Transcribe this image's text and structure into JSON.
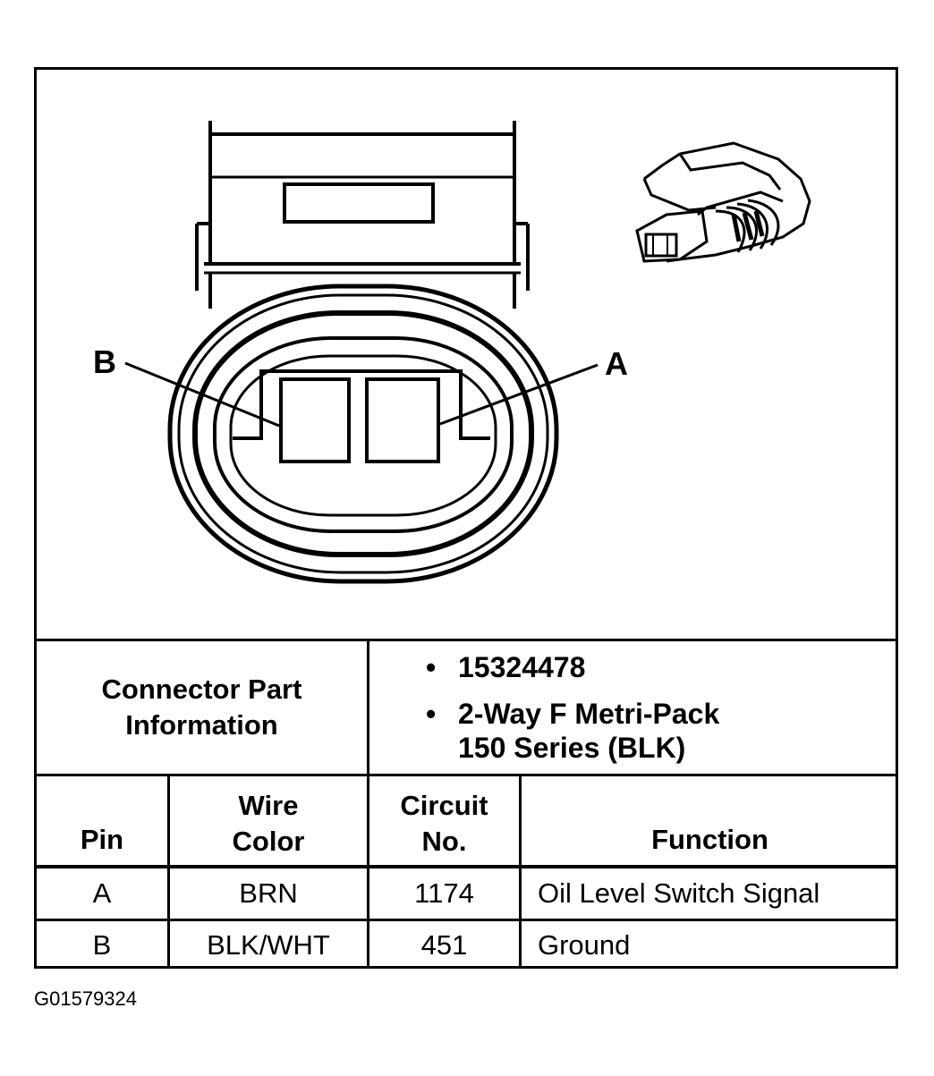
{
  "diagram": {
    "callout_a": "A",
    "callout_b": "B",
    "figure_id": "G01579324"
  },
  "connector_info": {
    "label_line1": "Connector Part",
    "label_line2": "Information",
    "part_number": "15324478",
    "description_line1": "2-Way F Metri-Pack",
    "description_line2": "150 Series (BLK)"
  },
  "table": {
    "headers": {
      "pin": "Pin",
      "wire_color_line1": "Wire",
      "wire_color_line2": "Color",
      "circuit_line1": "Circuit",
      "circuit_line2": "No.",
      "function": "Function"
    },
    "rows": [
      {
        "pin": "A",
        "wire_color": "BRN",
        "circuit": "1174",
        "function": "Oil Level Switch Signal"
      },
      {
        "pin": "B",
        "wire_color": "BLK/WHT",
        "circuit": "451",
        "function": "Ground"
      }
    ]
  }
}
